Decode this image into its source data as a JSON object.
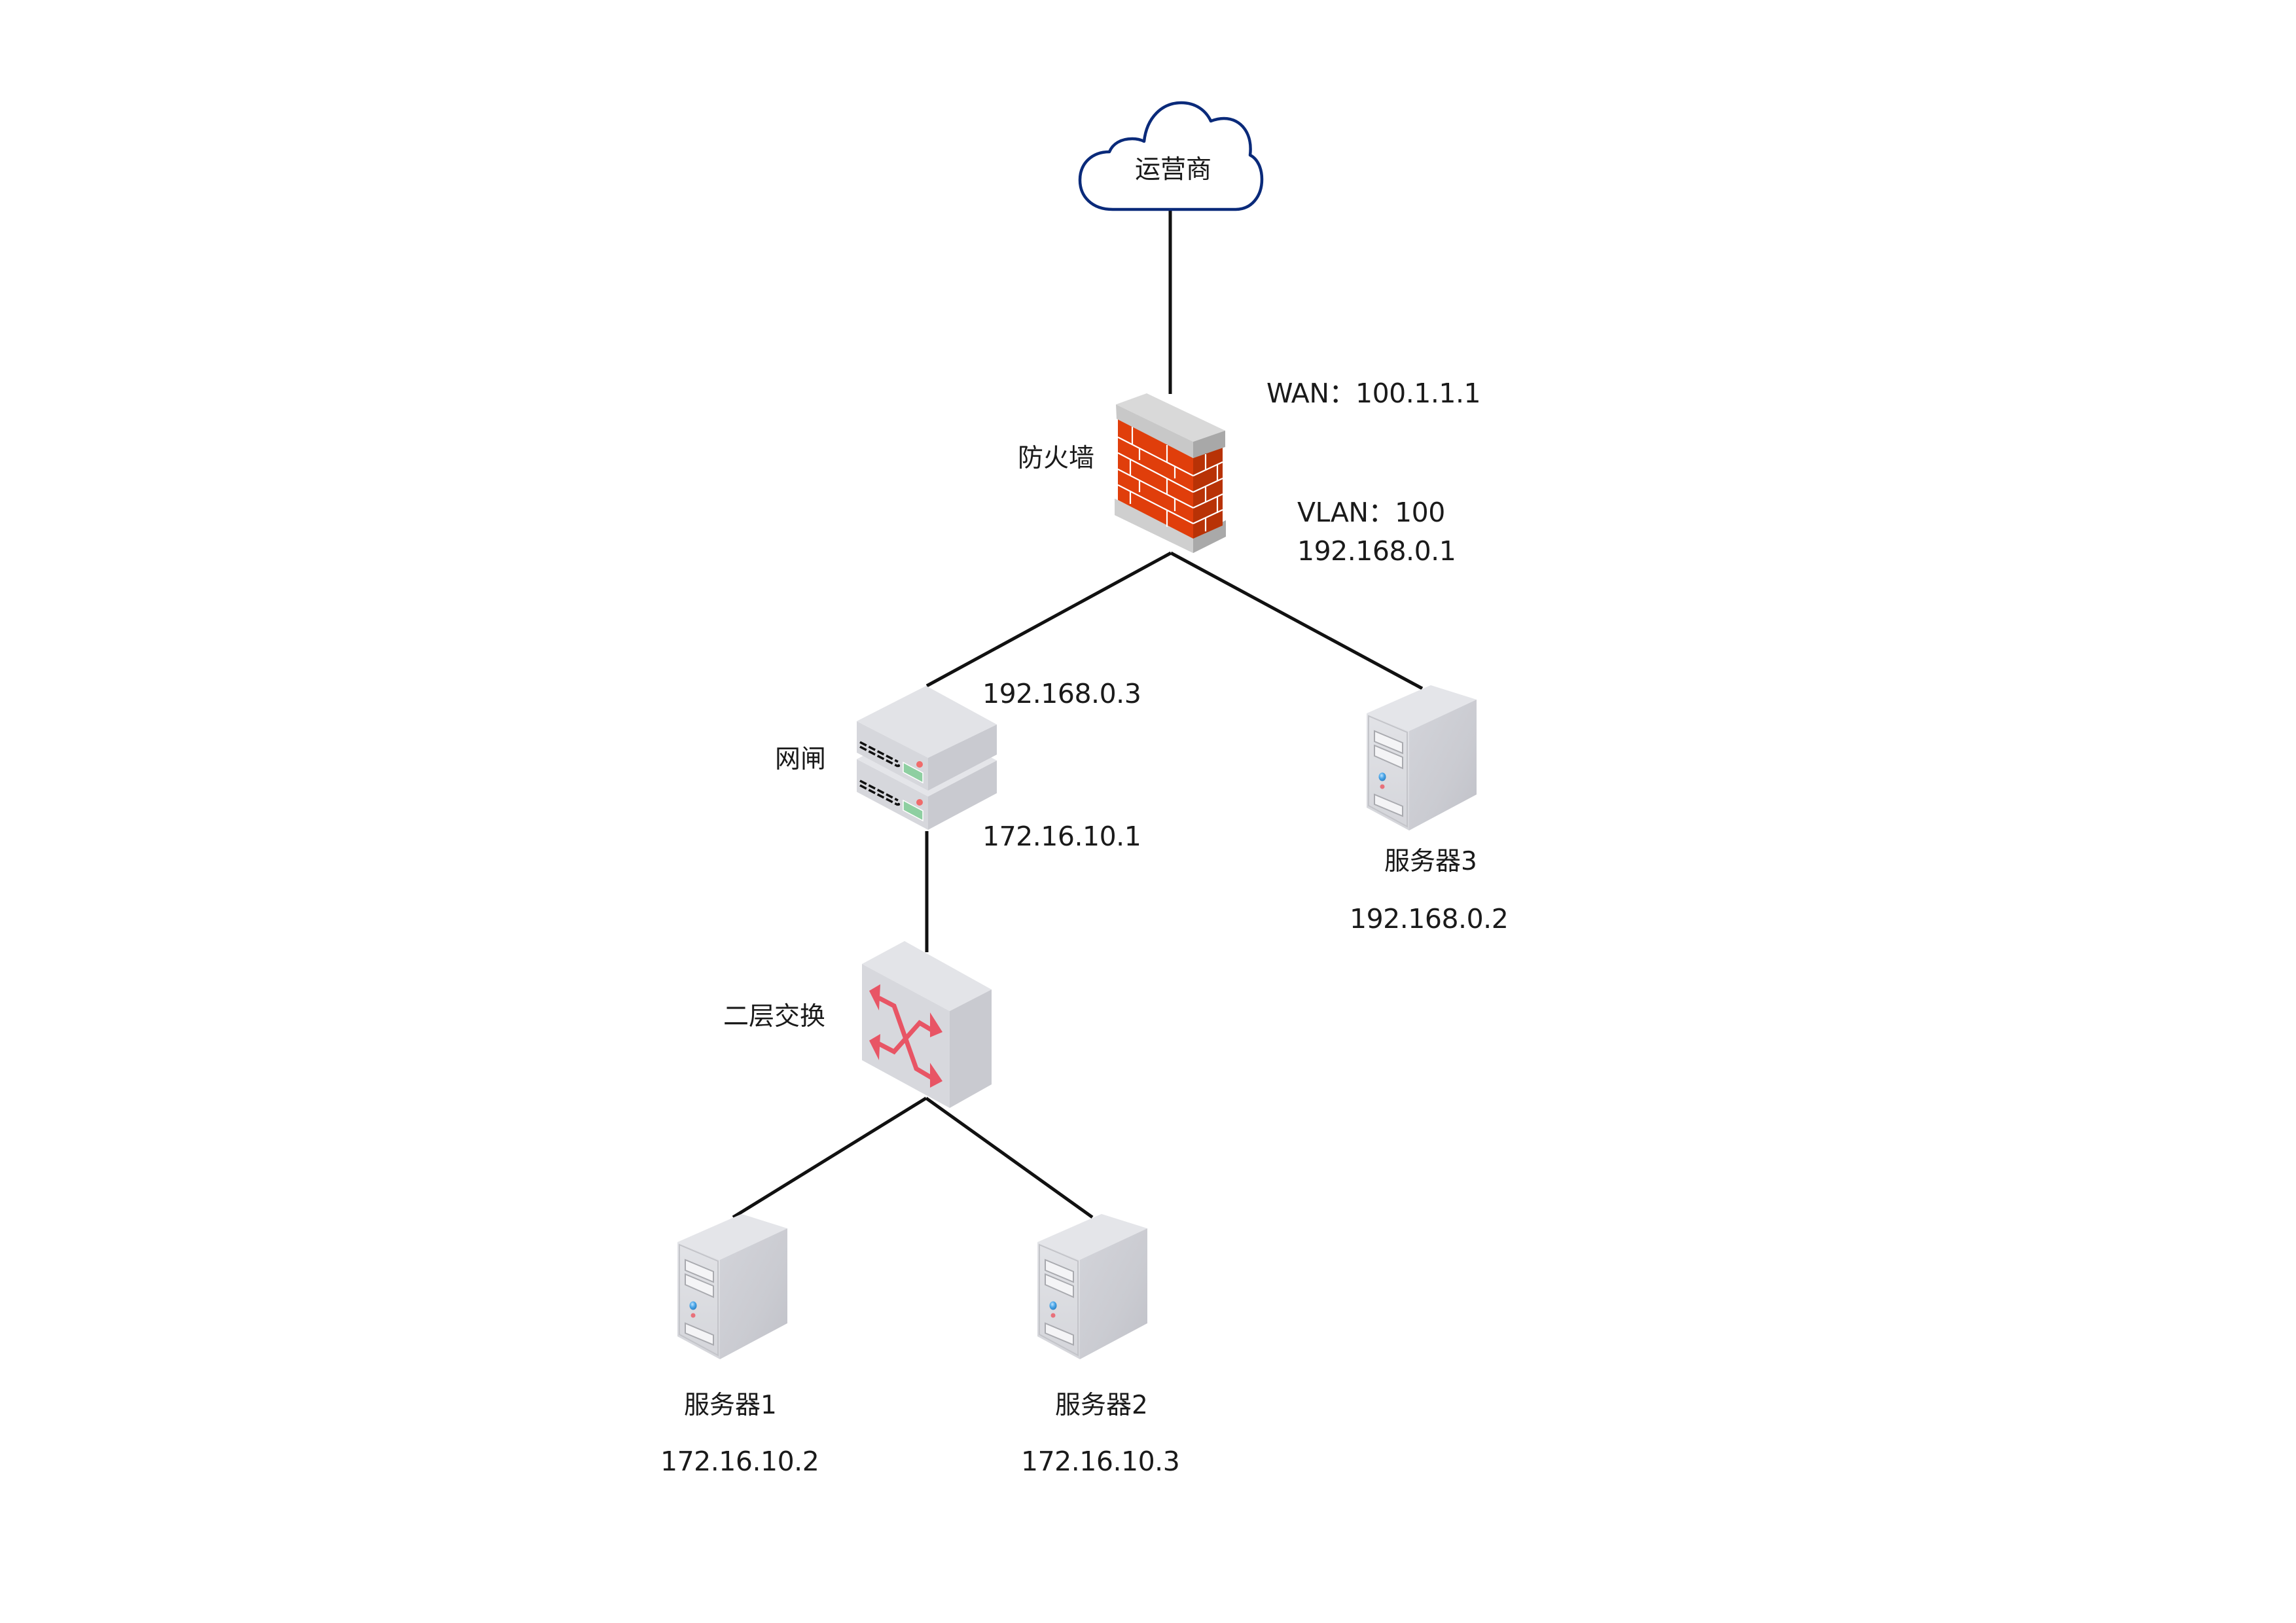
{
  "diagram": {
    "title": "",
    "nodes": {
      "isp": {
        "label": "运营商",
        "type": "cloud",
        "icon": "cloud-icon"
      },
      "firewall": {
        "label": "防火墙",
        "type": "firewall",
        "icon": "firewall-icon",
        "wan": "WAN：100.1.1.1",
        "vlan": "VLAN：100",
        "lan_ip": "192.168.0.1"
      },
      "gateway": {
        "label": "网闸",
        "type": "security-gateway",
        "icon": "gateway-appliance-icon",
        "upper_ip": "192.168.0.3",
        "lower_ip": "172.16.10.1"
      },
      "switch": {
        "label": "二层交换",
        "type": "layer2-switch",
        "icon": "switch-icon"
      },
      "server1": {
        "label": "服务器1",
        "ip": "172.16.10.2",
        "type": "server",
        "icon": "server-tower-icon"
      },
      "server2": {
        "label": "服务器2",
        "ip": "172.16.10.3",
        "type": "server",
        "icon": "server-tower-icon"
      },
      "server3": {
        "label": "服务器3",
        "ip": "192.168.0.2",
        "type": "server",
        "icon": "server-tower-icon"
      }
    },
    "links": [
      {
        "from": "isp",
        "to": "firewall"
      },
      {
        "from": "firewall",
        "to": "gateway"
      },
      {
        "from": "firewall",
        "to": "server3"
      },
      {
        "from": "gateway",
        "to": "switch"
      },
      {
        "from": "switch",
        "to": "server1"
      },
      {
        "from": "switch",
        "to": "server2"
      }
    ],
    "colors": {
      "cloud_stroke": "#0a2a7a",
      "link": "#111111",
      "brick": "#e03e0b",
      "brick_side": "#b83206",
      "device_gray": "#dcdde2",
      "switch_arrows": "#e85565",
      "led_red": "#f06b6b",
      "panel_green": "#8ecfa1",
      "server_led_blue": "#4aa6e8"
    }
  }
}
